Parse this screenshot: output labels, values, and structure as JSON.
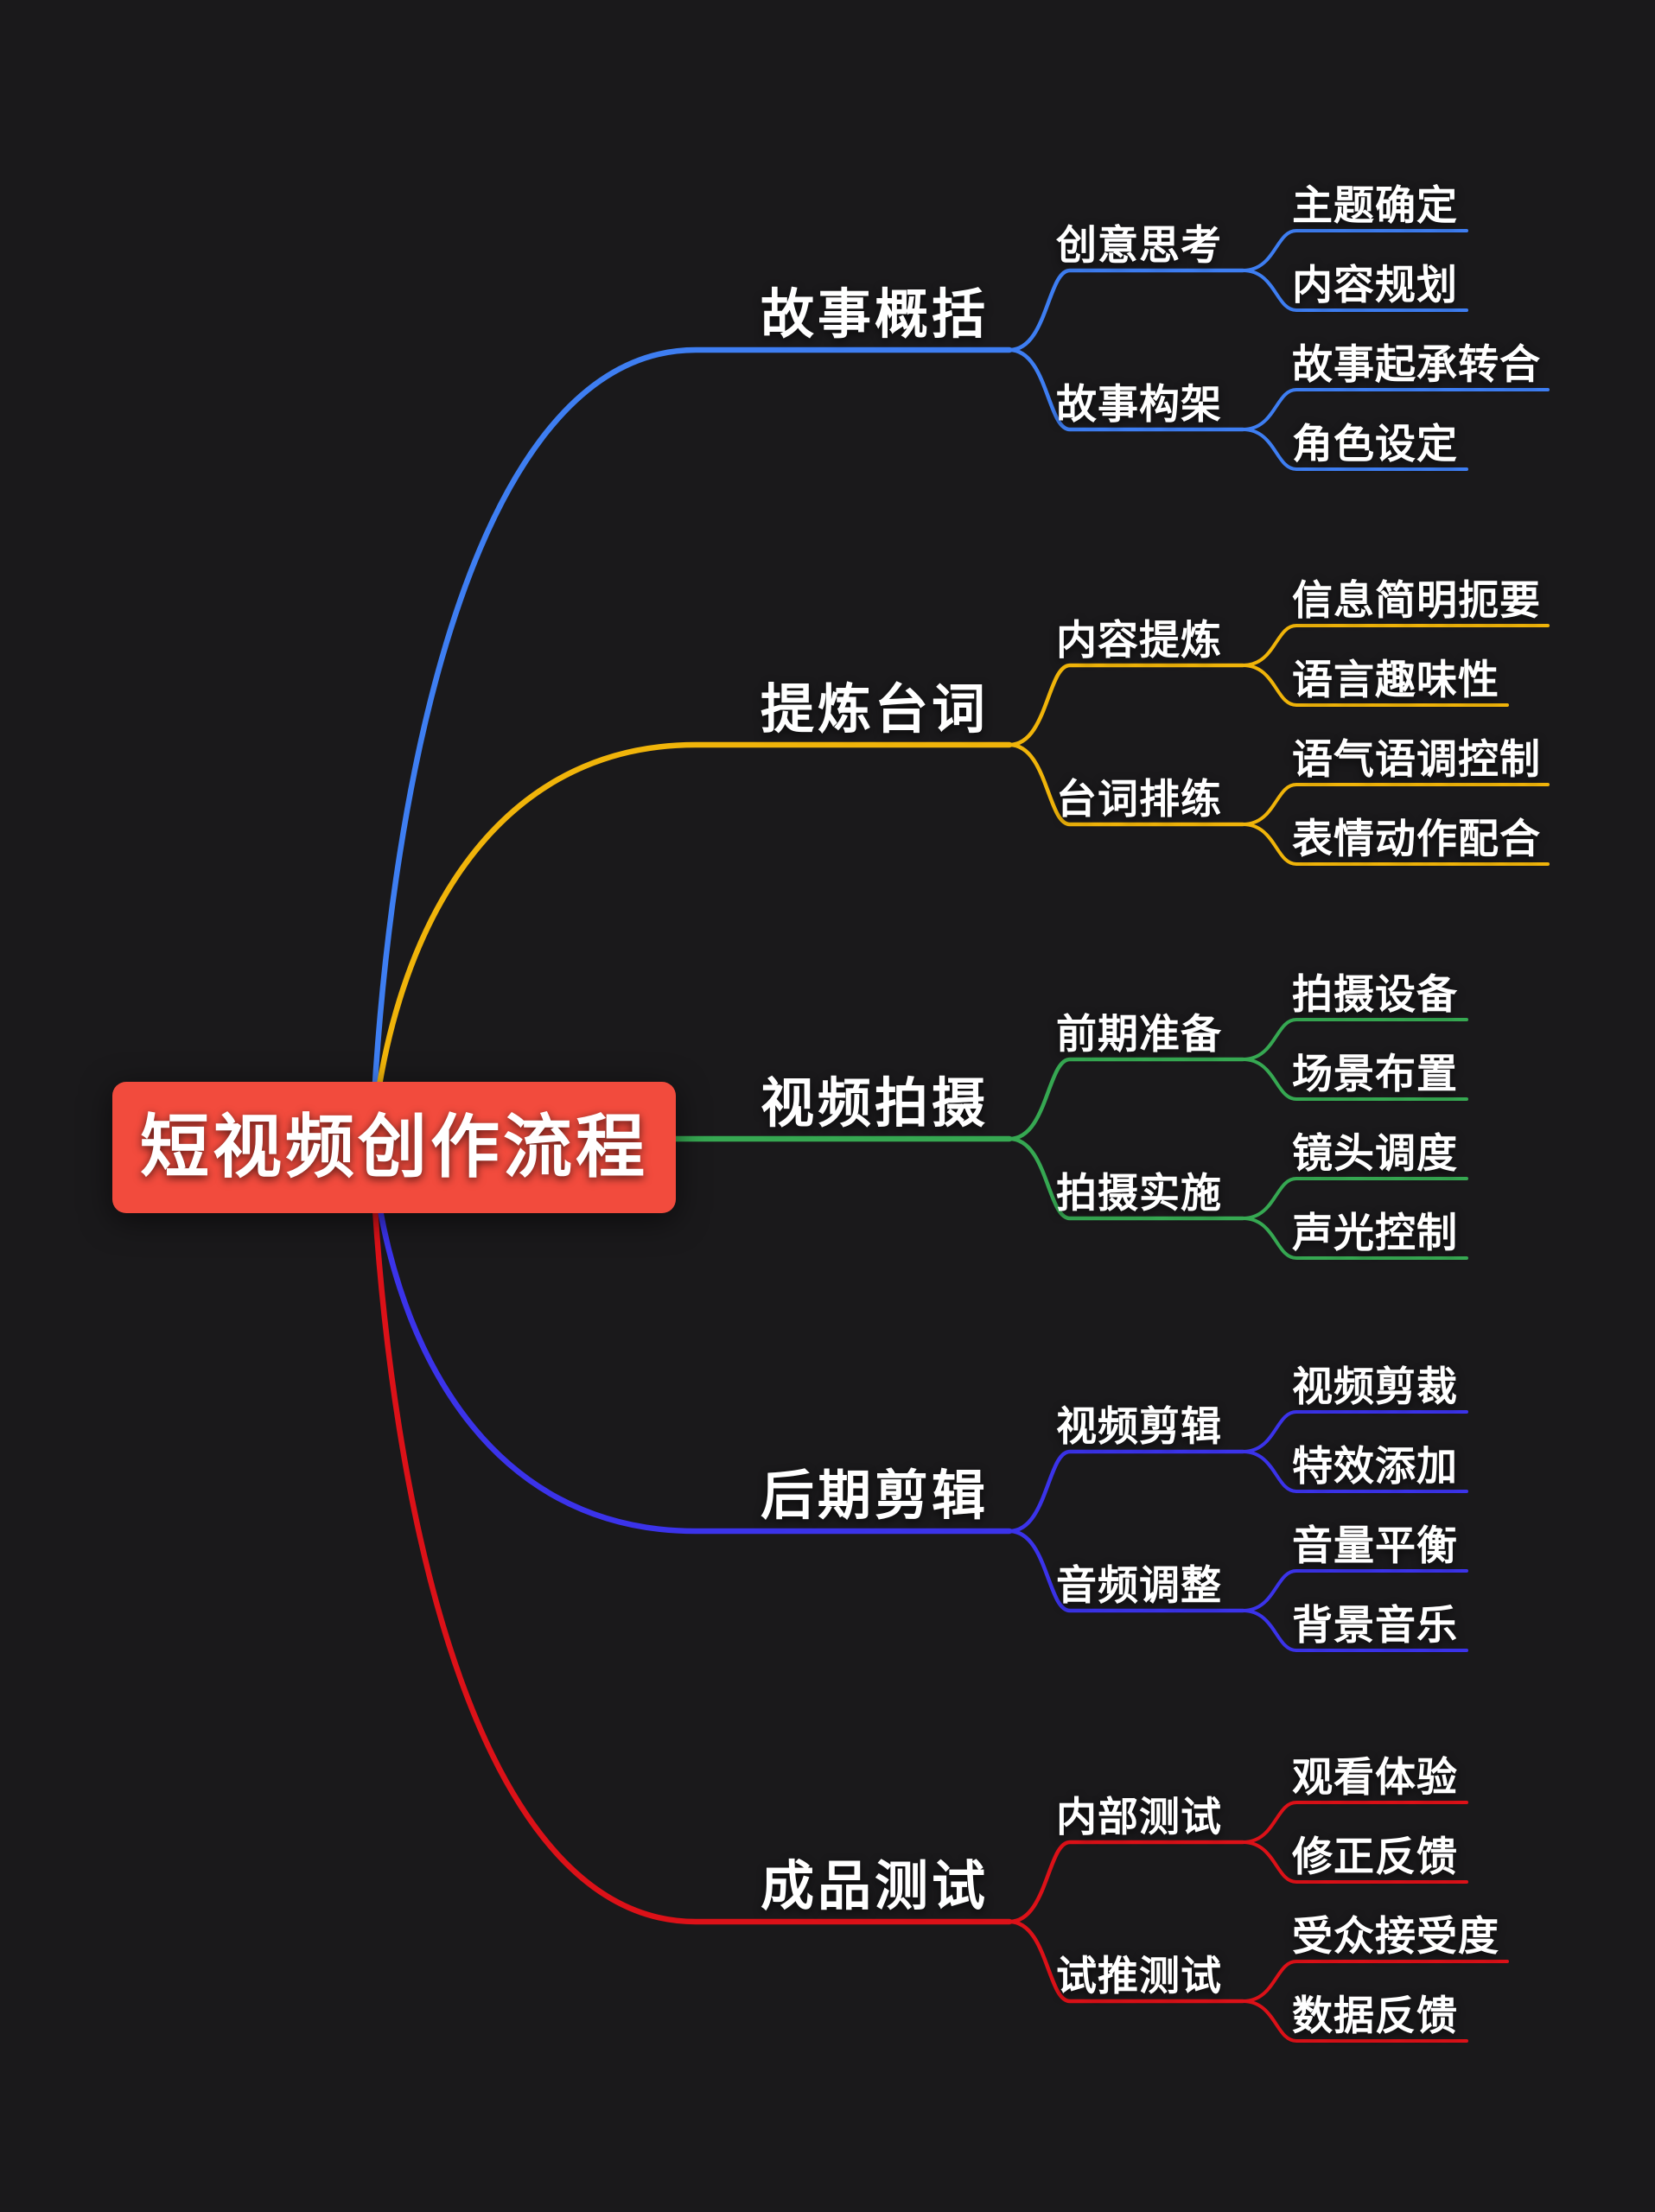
{
  "canvas": {
    "background_color": "#1a191b"
  },
  "root": {
    "label": "短视频创作流程",
    "box_color": "#f24b3d",
    "text_color": "#ffffff"
  },
  "branches": [
    {
      "label": "故事概括",
      "color": "#3e7ef2",
      "children": [
        {
          "label": "创意思考",
          "leaves": [
            "主题确定",
            "内容规划"
          ]
        },
        {
          "label": "故事构架",
          "leaves": [
            "故事起承转合",
            "角色设定"
          ]
        }
      ]
    },
    {
      "label": "提炼台词",
      "color": "#f0b40a",
      "children": [
        {
          "label": "内容提炼",
          "leaves": [
            "信息简明扼要",
            "语言趣味性"
          ]
        },
        {
          "label": "台词排练",
          "leaves": [
            "语气语调控制",
            "表情动作配合"
          ]
        }
      ]
    },
    {
      "label": "视频拍摄",
      "color": "#36a852",
      "children": [
        {
          "label": "前期准备",
          "leaves": [
            "拍摄设备",
            "场景布置"
          ]
        },
        {
          "label": "拍摄实施",
          "leaves": [
            "镜头调度",
            "声光控制"
          ]
        }
      ]
    },
    {
      "label": "后期剪辑",
      "color": "#3b33ea",
      "children": [
        {
          "label": "视频剪辑",
          "leaves": [
            "视频剪裁",
            "特效添加"
          ]
        },
        {
          "label": "音频调整",
          "leaves": [
            "音量平衡",
            "背景音乐"
          ]
        }
      ]
    },
    {
      "label": "成品测试",
      "color": "#dc1118",
      "children": [
        {
          "label": "内部测试",
          "leaves": [
            "观看体验",
            "修正反馈"
          ]
        },
        {
          "label": "试推测试",
          "leaves": [
            "受众接受度",
            "数据反馈"
          ]
        }
      ]
    }
  ]
}
